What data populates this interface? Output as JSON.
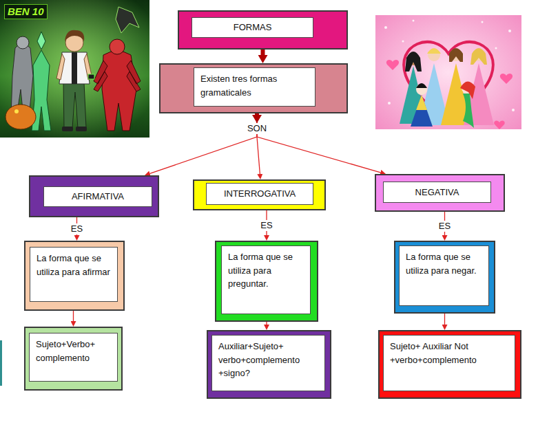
{
  "diagram": {
    "nodes": [
      {
        "text": [
          "FORMAS"
        ]
      },
      {
        "text": [
          "Existen tres formas gramaticales"
        ]
      },
      {
        "text": [
          "AFIRMATIVA"
        ]
      },
      {
        "text": [
          "INTERROGATIVA"
        ]
      },
      {
        "text": [
          "NEGATIVA"
        ]
      },
      {
        "text": [
          "La forma que se utiliza para afirmar"
        ]
      },
      {
        "text": [
          "La forma que se utiliza para preguntar."
        ]
      },
      {
        "text": [
          "La forma que se utiliza para negar."
        ]
      },
      {
        "text": [
          "Sujeto+Verbo+ complemento"
        ]
      },
      {
        "text": [
          "Auxiliar+Sujeto+ verbo+complemento +signo?"
        ]
      },
      {
        "text": [
          "Sujeto+ Auxiliar Not +verbo+complemento"
        ]
      }
    ],
    "edges": [
      {
        "from": 0,
        "to": 1,
        "arrow": "to"
      },
      {
        "from": 1,
        "to": 2,
        "arrow": "to"
      },
      {
        "from": 1,
        "to": 3,
        "label": "SON",
        "arrow": "to"
      },
      {
        "from": 1,
        "to": 4,
        "arrow": "to"
      },
      {
        "from": 2,
        "to": 5,
        "label": "ES",
        "arrow": "to"
      },
      {
        "from": 3,
        "to": 6,
        "label": "ES",
        "arrow": "to"
      },
      {
        "from": 4,
        "to": 7,
        "label": "ES",
        "arrow": "to"
      },
      {
        "from": 5,
        "to": 8,
        "arrow": "to"
      },
      {
        "from": 6,
        "to": 9,
        "arrow": "to"
      },
      {
        "from": 7,
        "to": 10,
        "arrow": "to"
      }
    ],
    "labels": [
      "BEN 10"
    ]
  }
}
